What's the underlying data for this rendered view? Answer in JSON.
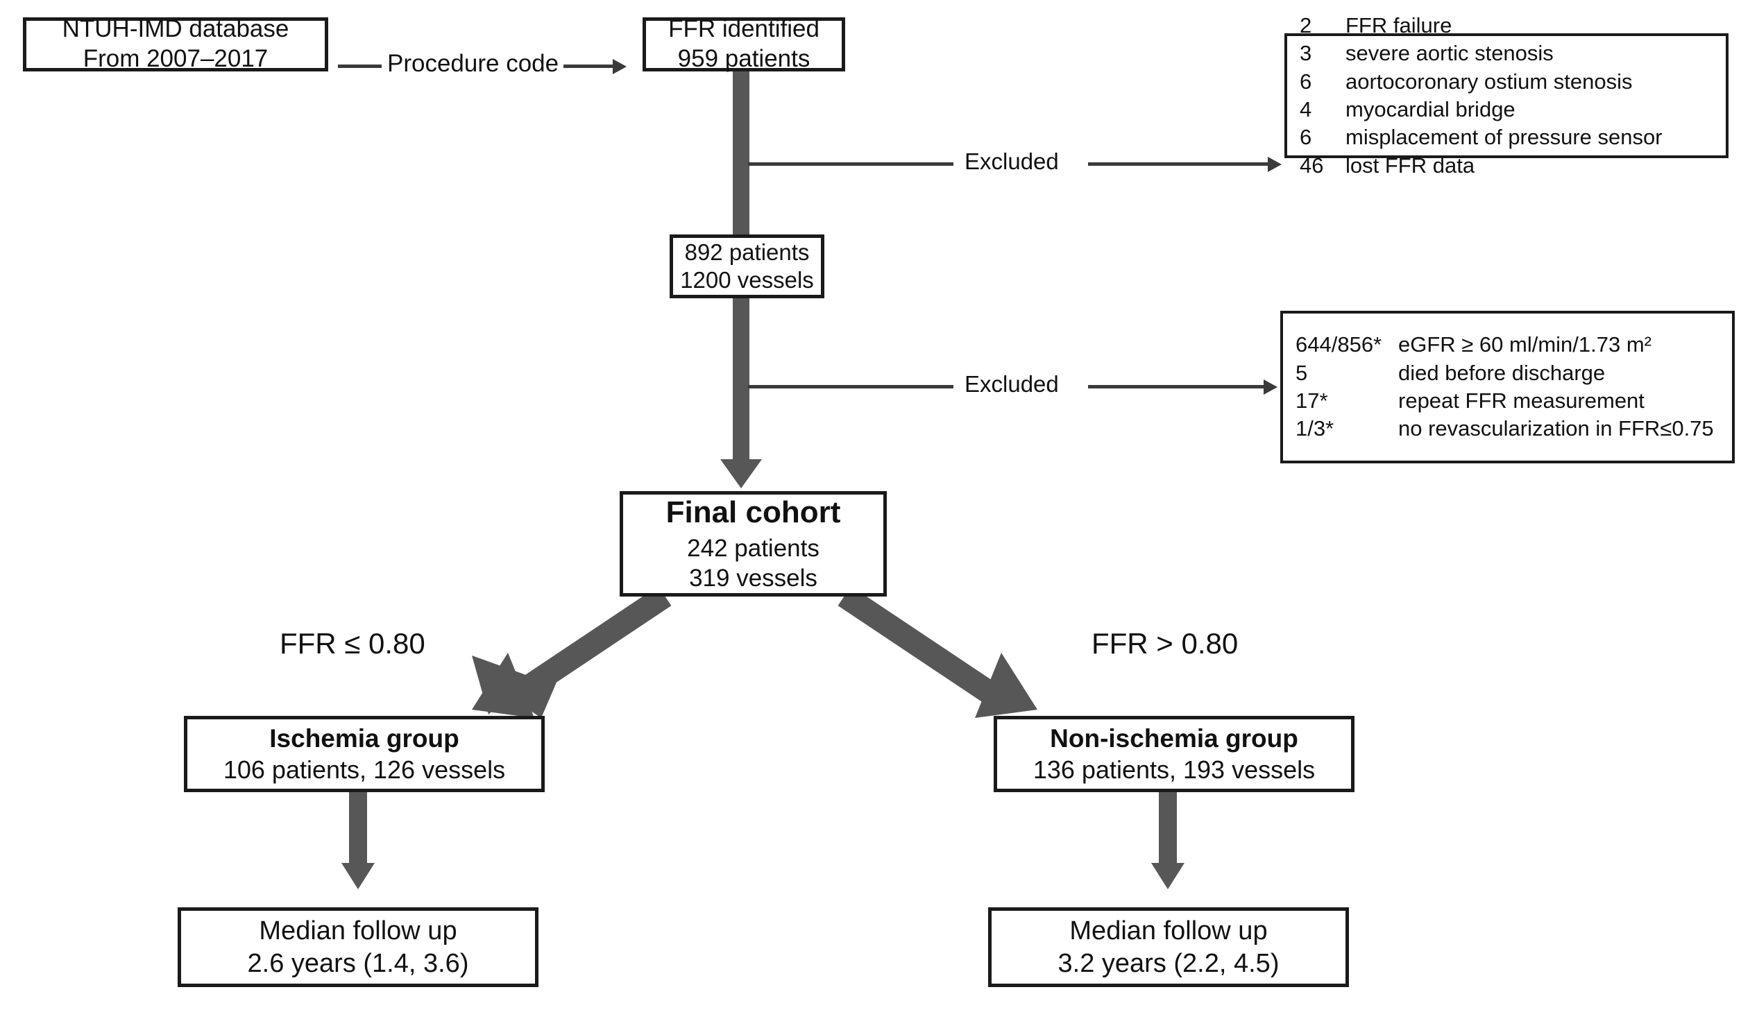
{
  "figure": {
    "type": "flowchart",
    "title": "FFR patient selection flow diagram",
    "accent_black": "#1a1a1a",
    "accent_gray": "#575757"
  },
  "nodes": {
    "source": {
      "line1": "NTUH-IMD database",
      "line2": "From 2007–2017"
    },
    "identified": {
      "line1": "FFR identified",
      "line2": "959 patients"
    },
    "after_first_exclusion": {
      "line1": "892 patients",
      "line2": "1200 vessels"
    },
    "final_cohort": {
      "title": "Final cohort",
      "line1": "242 patients",
      "line2": "319 vessels"
    },
    "ischemia": {
      "title": "Ischemia group",
      "line1": "106 patients, 126 vessels"
    },
    "non_ischemia": {
      "title": "Non-ischemia group",
      "line1": "136 patients, 193 vessels"
    },
    "followup_left": {
      "line1": "Median follow up",
      "line2": "2.6 years (1.4, 3.6)"
    },
    "followup_right": {
      "line1": "Median follow up",
      "line2": "3.2 years (2.2, 4.5)"
    }
  },
  "edges": {
    "procedure_code": "Procedure code",
    "excluded_1": "Excluded",
    "excluded_2": "Excluded",
    "ffr_le": "FFR ≤ 0.80",
    "ffr_gt": "FFR > 0.80"
  },
  "exclusion_box_1": {
    "rows": [
      {
        "num": "2",
        "text": "FFR failure"
      },
      {
        "num": "3",
        "text": "severe aortic stenosis"
      },
      {
        "num": "6",
        "text": "aortocoronary ostium stenosis"
      },
      {
        "num": "4",
        "text": "myocardial bridge"
      },
      {
        "num": "6",
        "text": " misplacement of pressure sensor"
      },
      {
        "num": "46",
        "text": "lost FFR data"
      }
    ]
  },
  "exclusion_box_2": {
    "rows": [
      {
        "num": "644/856*",
        "text": "eGFR ≥ 60 ml/min/1.73 m²"
      },
      {
        "num": "5",
        "text": "    died before discharge"
      },
      {
        "num": "17*",
        "text": "repeat FFR measurement"
      },
      {
        "num": "1/3*",
        "text": "no revascularization in FFR≤0.75"
      }
    ]
  }
}
